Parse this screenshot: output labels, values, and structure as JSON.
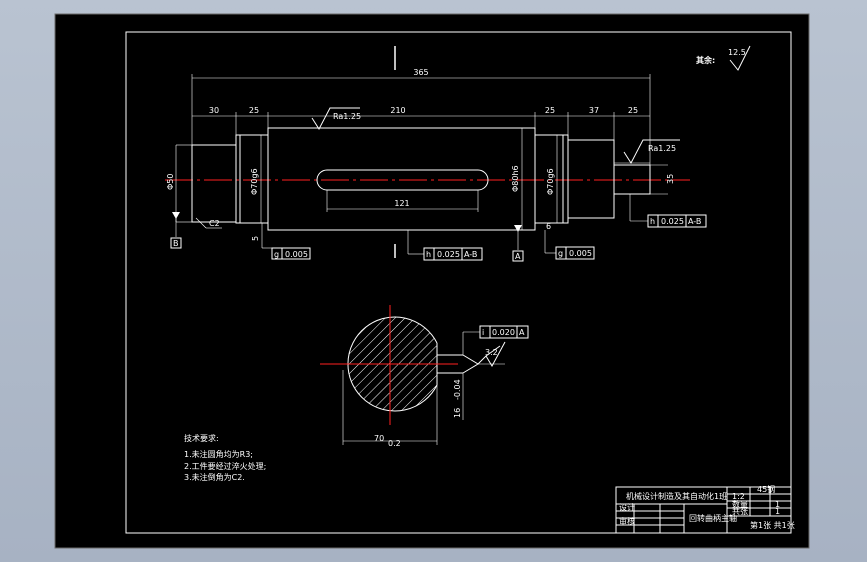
{
  "drawing": {
    "surface_note": "其余:",
    "surface_note_value": "12.5",
    "dims": {
      "overall": "365",
      "left_end": "30",
      "left_shoulder": "25",
      "mid": "210",
      "right_shoulder": "25",
      "right_seg": "37",
      "right_end": "25",
      "keyway": "121",
      "dia_left": "Φ50",
      "dia_left_bearing": "Φ70g6",
      "dia_mid": "Φ80h6",
      "dia_right_bearing": "Φ70g6",
      "dia_right": "35",
      "chamfer": "C2",
      "left_gap": "5",
      "right_gap": "6"
    },
    "roughness_top": "Ra1.25",
    "roughness_right": "Ra1.25",
    "tolerances": {
      "left_runout": "0.005",
      "mid_runout": "0.025",
      "mid_datum": "A-B",
      "right_runout": "0.005",
      "right_end": "0.025",
      "right_end_datum": "A-B",
      "section_tol": "0.020",
      "section_datum": "A"
    },
    "datum_a": "A",
    "datum_b": "B",
    "section": {
      "width_dim": "70",
      "width_tol": "0.2",
      "keyway_depth": "16",
      "keyway_depth_tol": "-0.04",
      "roughness": "3.2"
    },
    "tech_req": {
      "title": "技术要求:",
      "items": [
        "1.未注圆角均为R3;",
        "2.工件要经过淬火处理;",
        "3.未注倒角为C2."
      ]
    },
    "title_block": {
      "course": "机械设计制造及其自动化1班",
      "part_name": "回转曲柄主轴",
      "r1c1": "设计",
      "r2c1": "审核",
      "material": "45钢",
      "ratio": "1:2",
      "qty_label": "数量",
      "qty": "1",
      "sheet_label": "共张",
      "sheet": "1",
      "bottom_right": "第1张 共1张"
    }
  }
}
